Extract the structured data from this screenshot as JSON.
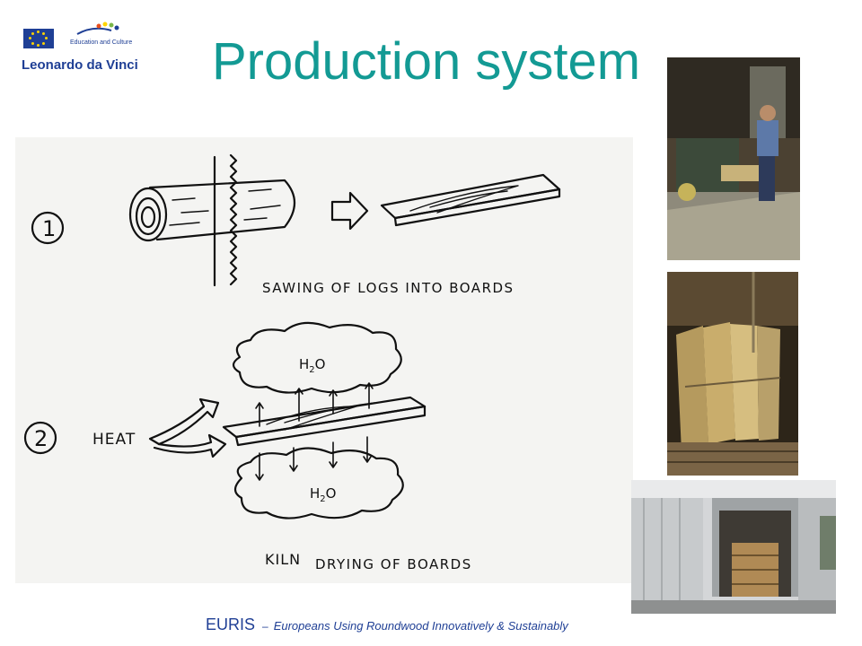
{
  "logo": {
    "program": "Education and Culture",
    "name": "Leonardo da Vinci"
  },
  "slide": {
    "title": "Production system"
  },
  "diagram": {
    "step1_number": "1",
    "step1_caption": "SAWING OF LOGS INTO BOARDS",
    "step2_number": "2",
    "heat_label": "HEAT",
    "water_label": "H",
    "water_sub": "2",
    "water_tail": "O",
    "step2_caption_a": "KILN",
    "step2_caption_b": "DRYING OF BOARDS"
  },
  "footer": {
    "brand": "EURIS",
    "separator": "–",
    "tagline": "Europeans Using Roundwood Innovatively & Sustainably"
  },
  "colors": {
    "title": "#139a94",
    "brand_blue": "#1f3f95",
    "eu_star": "#ffd400"
  }
}
